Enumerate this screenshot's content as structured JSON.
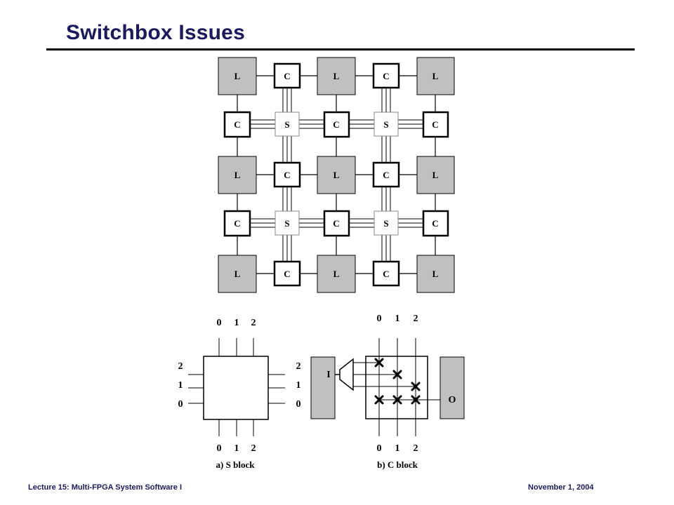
{
  "slide": {
    "title": "Switchbox Issues",
    "footer_left": "Lecture 15: Multi-FPGA System Software I",
    "footer_right": "November 1, 2004"
  },
  "fpga_grid": {
    "rows": [
      [
        "L",
        "C",
        "L",
        "C",
        "L"
      ],
      [
        "C",
        "S",
        "C",
        "S",
        "C"
      ],
      [
        "L",
        "C",
        "L",
        "C",
        "L"
      ],
      [
        "C",
        "S",
        "C",
        "S",
        "C"
      ],
      [
        "L",
        "C",
        "L",
        "C",
        "L"
      ]
    ]
  },
  "s_block": {
    "caption": "a) S block",
    "top_labels": [
      "0",
      "1",
      "2"
    ],
    "bottom_labels": [
      "0",
      "1",
      "2"
    ],
    "left_labels": [
      "2",
      "1",
      "0"
    ],
    "right_labels": [
      "2",
      "1",
      "0"
    ]
  },
  "c_block": {
    "caption": "b) C block",
    "top_labels": [
      "0",
      "1",
      "2"
    ],
    "bottom_labels": [
      "0",
      "1",
      "2"
    ],
    "input_label": "I",
    "output_label": "O"
  },
  "colors": {
    "title": "#1a1a5e",
    "logic_block_fill": "#c0c0c0",
    "stroke": "#000000",
    "background": "#ffffff"
  }
}
